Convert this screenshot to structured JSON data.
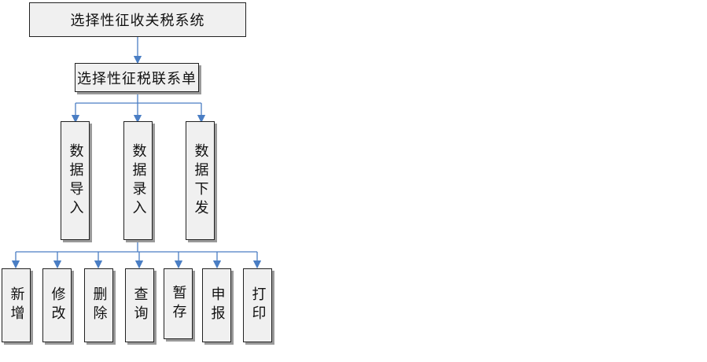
{
  "diagram": {
    "root": "选择性征收关税系统",
    "form": "选择性征税联系单",
    "level2": [
      {
        "id": "import",
        "label": "数据导入"
      },
      {
        "id": "entry",
        "label": "数据录入"
      },
      {
        "id": "dispatch",
        "label": "数据下发"
      }
    ],
    "level3": [
      {
        "id": "add",
        "label": "新增"
      },
      {
        "id": "modify",
        "label": "修改"
      },
      {
        "id": "delete",
        "label": "删除"
      },
      {
        "id": "query",
        "label": "查询"
      },
      {
        "id": "save",
        "label": "暂存"
      },
      {
        "id": "declare",
        "label": "申报"
      },
      {
        "id": "print",
        "label": "打印"
      }
    ],
    "colors": {
      "connector": "#4a7ec4",
      "box_fill": "#f0f0f0",
      "box_border": "#222222"
    }
  }
}
